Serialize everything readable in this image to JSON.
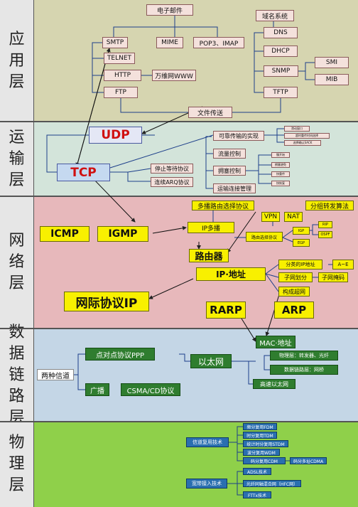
{
  "layers": [
    {
      "name_chars": [
        "应",
        "用",
        "层"
      ]
    },
    {
      "name_chars": [
        "运",
        "输",
        "层"
      ]
    },
    {
      "name_chars": [
        "网",
        "络",
        "层"
      ]
    },
    {
      "name_chars": [
        "数",
        "据",
        "链",
        "路",
        "层"
      ]
    },
    {
      "name_chars": [
        "物",
        "理",
        "层"
      ]
    }
  ],
  "application": {
    "email": "电子邮件",
    "dns_system": "域名系统",
    "smtp": "SMTP",
    "mime": "MIME",
    "pop3_imap": "POP3、IMAP",
    "dns": "DNS",
    "telnet": "TELNET",
    "dhcp": "DHCP",
    "http": "HTTP",
    "www": "万维网WWW",
    "snmp": "SNMP",
    "smi": "SMI",
    "mib": "MIB",
    "ftp": "FTP",
    "tftp": "TFTP",
    "file_transfer": "文件传送"
  },
  "transport": {
    "udp": "UDP",
    "tcp": "TCP",
    "reliable": "可靠传输的实现",
    "r1": "滑动窗口",
    "r2": "超时重传时间选择",
    "r3": "选择确认SACK",
    "flow": "流量控制",
    "congestion": "拥塞控制",
    "c1": "慢开始",
    "c2": "拥塞避免",
    "c3": "快重传",
    "c4": "快恢复",
    "conn": "运输连接管理",
    "stopwait": "停止等待协议",
    "arq": "连续ARQ协议"
  },
  "network": {
    "multicast_routing": "多播路由选择协议",
    "grouping": "分组转发算法",
    "vpn": "VPN",
    "nat": "NAT",
    "icmp": "ICMP",
    "igmp": "IGMP",
    "ip_multicast": "IP多播",
    "routing_protocol": "路由选择协议",
    "igp": "IGP",
    "rip": "RIP",
    "ospf": "OSPF",
    "egp": "EGP",
    "router": "路由器",
    "classful": "分类的IP地址",
    "abe": "A~E",
    "ip_address": "IP·地址",
    "subnet": "子网划分",
    "subnet_mask": "子网掩码",
    "supernet": "构成超网",
    "ip_protocol": "网际协议IP",
    "rarp": "RARP",
    "arp": "ARP"
  },
  "datalink": {
    "mac": "MAC·地址",
    "two_channels": "两种信道",
    "ppp": "点对点协议PPP",
    "ethernet": "以太网",
    "devices": "物理层：转发器、光纤",
    "bridge": "数据链路层：网桥",
    "fast_ethernet": "高速以太网",
    "broadcast": "广播",
    "csmacd": "CSMA/CD协议"
  },
  "physical": {
    "mux": "信道复用技术",
    "fdm": "频分复用FDM",
    "tdm": "时分复用TDM",
    "stdm": "统计时分复用STDM",
    "wdm": "波分复用WDM",
    "cdm": "码分复用CDM",
    "cdma": "码分多址CDMA",
    "broadband": "宽带接入技术",
    "adsl": "ADSL技术",
    "hfc": "光纤同轴混合网（HFC网）",
    "ftth": "FTTx技术"
  }
}
